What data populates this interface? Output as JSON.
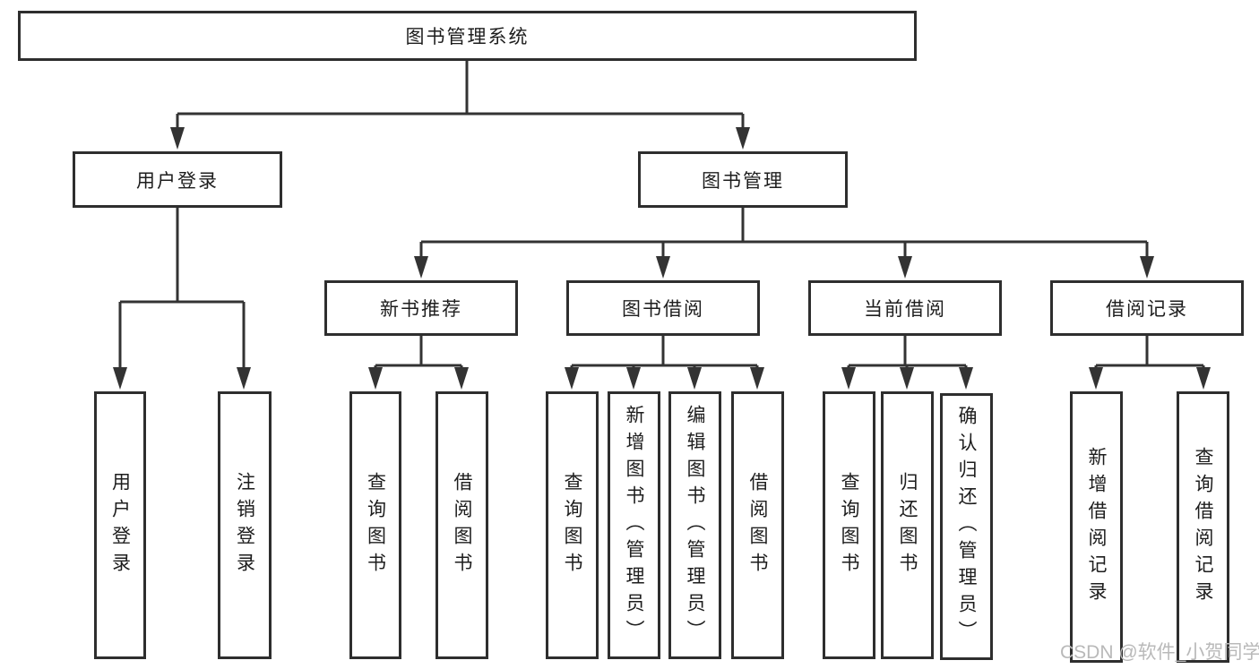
{
  "diagram_title": "图书管理系统",
  "tree": {
    "root": {
      "label": "图书管理系统",
      "children": [
        {
          "label": "用户登录",
          "children": [
            {
              "label": "用户登录"
            },
            {
              "label": "注销登录"
            }
          ]
        },
        {
          "label": "图书管理",
          "children": [
            {
              "label": "新书推荐",
              "children": [
                {
                  "label": "查询图书"
                },
                {
                  "label": "借阅图书"
                }
              ]
            },
            {
              "label": "图书借阅",
              "children": [
                {
                  "label": "查询图书"
                },
                {
                  "label": "新增图书（管理员）"
                },
                {
                  "label": "编辑图书（管理员）"
                },
                {
                  "label": "借阅图书"
                }
              ]
            },
            {
              "label": "当前借阅",
              "children": [
                {
                  "label": "查询图书"
                },
                {
                  "label": "归还图书"
                },
                {
                  "label": "确认归还（管理员）"
                }
              ]
            },
            {
              "label": "借阅记录",
              "children": [
                {
                  "label": "新增借阅记录"
                },
                {
                  "label": "查询借阅记录"
                }
              ]
            }
          ]
        }
      ]
    }
  },
  "watermark": {
    "text": "CSDN @软件_小贺同学"
  },
  "colors": {
    "line": "#333333",
    "box_border": "#2e2e2e",
    "text": "#1d1d1d",
    "watermark": "#b9b9b9",
    "background": "#ffffff"
  }
}
